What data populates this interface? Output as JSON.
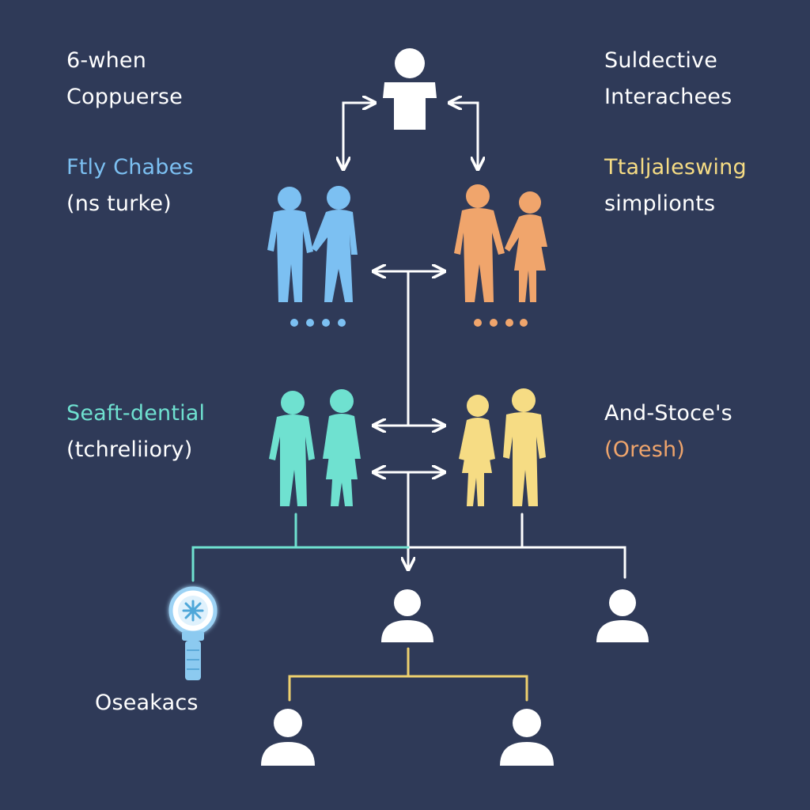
{
  "colors": {
    "background": "#2f3a58",
    "white": "#ffffff",
    "blue": "#7cc0f2",
    "orange": "#f0a56c",
    "teal": "#6fe1d0",
    "yellow": "#f6dc84",
    "connector_yellow": "#eed06e"
  },
  "labels": {
    "top_left_line1": "6-when",
    "top_left_line2": "Coppuerse",
    "top_right_line1": "Suldective",
    "top_right_line2": "Interachees",
    "mid_left_line1": "Ftly Chabes",
    "mid_left_line2": "(ns turke)",
    "mid_right_line1": "Ttaljaleswing",
    "mid_right_line2": "simplionts",
    "low_left_line1": "Seaft-dential",
    "low_left_line2": "(tchreliiory)",
    "low_right_line1": "And-Stoce's",
    "low_right_line2": "(Oresh)",
    "bottom_left": "Oseakacs"
  },
  "icons": {
    "top_person": "person-icon",
    "blue_couple": "couple-icon",
    "orange_couple": "couple-icon",
    "teal_couple": "couple-icon",
    "yellow_couple": "couple-icon",
    "child_center": "user-icon",
    "child_right": "user-icon",
    "grandchild_left": "user-icon",
    "grandchild_right": "user-icon",
    "microphone": "microphone-icon"
  }
}
